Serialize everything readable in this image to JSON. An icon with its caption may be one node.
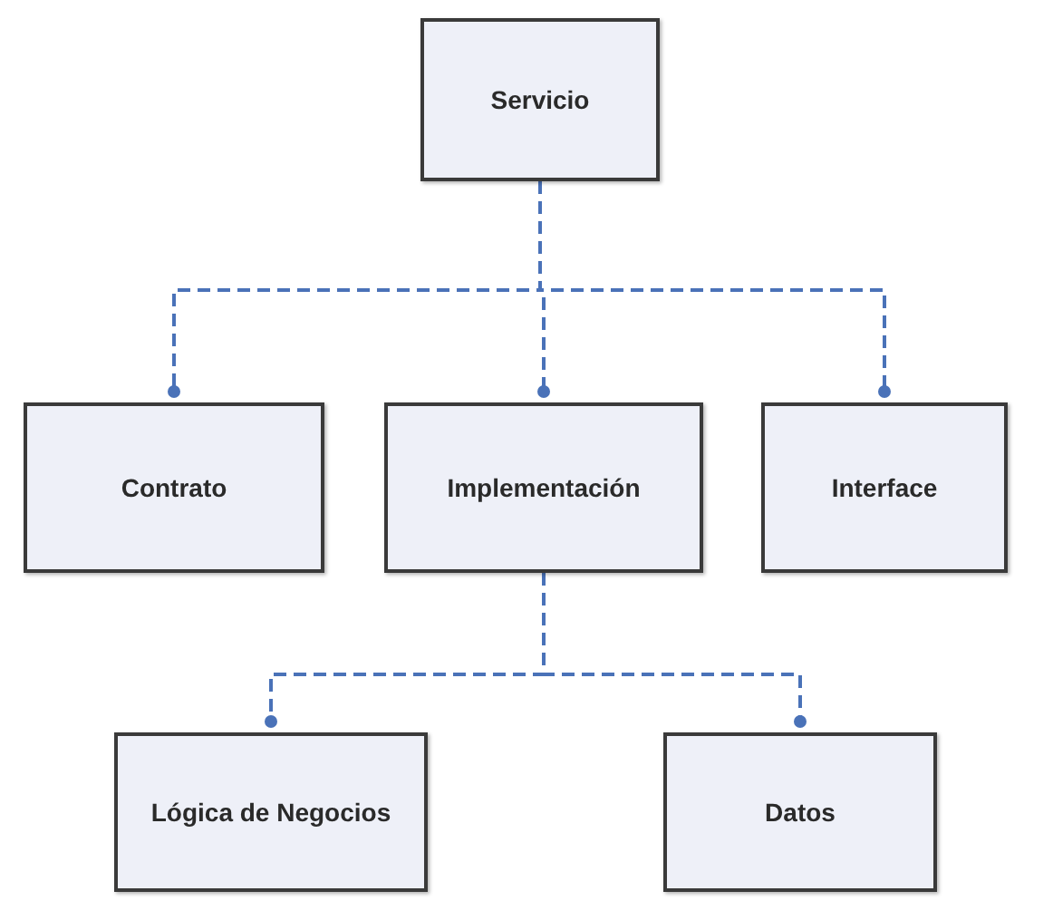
{
  "diagram": {
    "nodes": [
      {
        "text": [
          "Servicio"
        ]
      },
      {
        "text": [
          "Contrato"
        ]
      },
      {
        "text": [
          "Implementación"
        ]
      },
      {
        "text": [
          "Interface"
        ]
      },
      {
        "text": [
          "Lógica de Negocios"
        ]
      },
      {
        "text": [
          "Datos"
        ]
      }
    ],
    "edges": [
      {
        "from": 0,
        "to": 1,
        "arrow": "other",
        "style": "dashed"
      },
      {
        "from": 0,
        "to": 2,
        "arrow": "other",
        "style": "dashed"
      },
      {
        "from": 0,
        "to": 3,
        "arrow": "other",
        "style": "dashed"
      },
      {
        "from": 2,
        "to": 4,
        "arrow": "other",
        "style": "dashed"
      },
      {
        "from": 2,
        "to": 5,
        "arrow": "other",
        "style": "dashed"
      }
    ]
  }
}
